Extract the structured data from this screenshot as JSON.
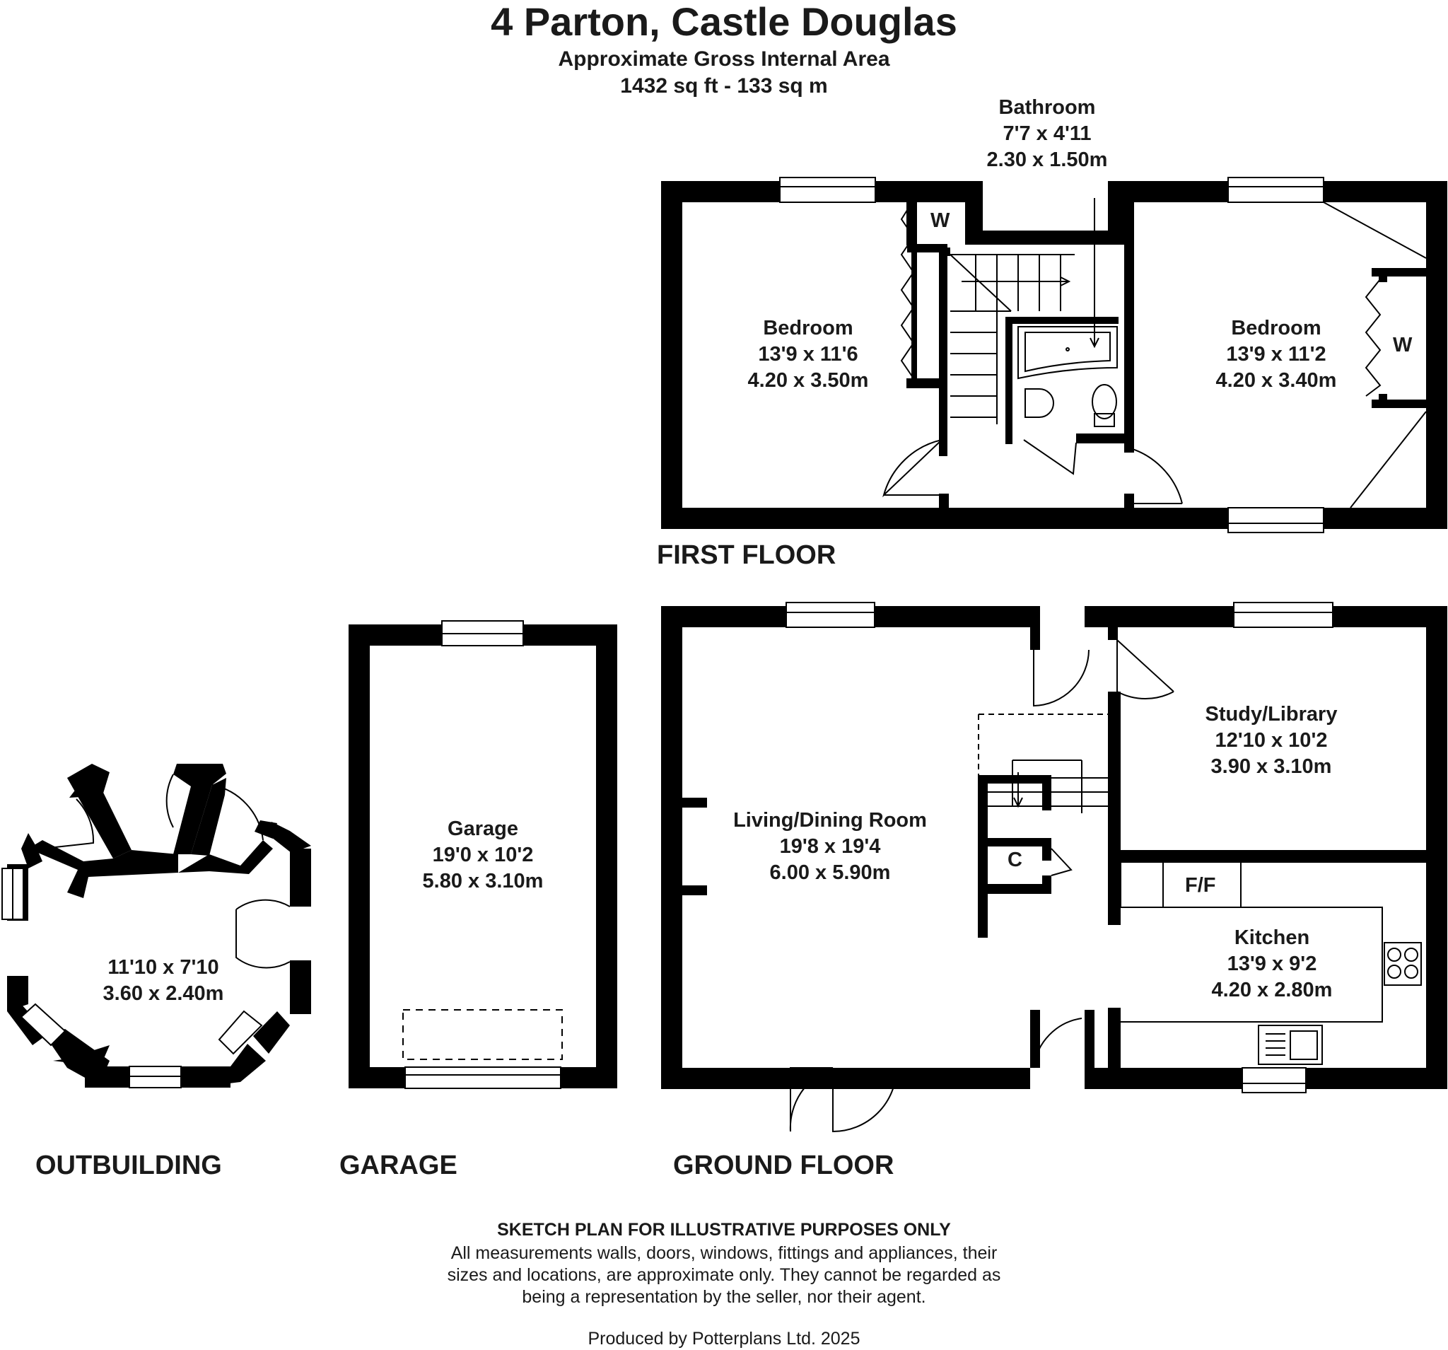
{
  "header": {
    "title": "4 Parton, Castle Douglas",
    "area_label": "Approximate Gross Internal Area",
    "area_value": "1432 sq ft - 133 sq m"
  },
  "first_floor": {
    "label": "FIRST FLOOR",
    "bathroom": {
      "name": "Bathroom",
      "imperial": "7'7 x 4'11",
      "metric": "2.30 x 1.50m"
    },
    "bedroom_left": {
      "name": "Bedroom",
      "imperial": "13'9 x 11'6",
      "metric": "4.20 x 3.50m"
    },
    "bedroom_right": {
      "name": "Bedroom",
      "imperial": "13'9 x 11'2",
      "metric": "4.20 x 3.40m"
    },
    "wardrobe": "W"
  },
  "ground_floor": {
    "label": "GROUND FLOOR",
    "living": {
      "name": "Living/Dining Room",
      "imperial": "19'8 x 19'4",
      "metric": "6.00 x 5.90m"
    },
    "study": {
      "name": "Study/Library",
      "imperial": "12'10 x 10'2",
      "metric": "3.90 x 3.10m"
    },
    "kitchen": {
      "name": "Kitchen",
      "imperial": "13'9 x 9'2",
      "metric": "4.20 x 2.80m"
    },
    "cupboard": "C",
    "fridge_freezer": "F/F"
  },
  "garage": {
    "label": "GARAGE",
    "room": {
      "name": "Garage",
      "imperial": "19'0 x 10'2",
      "metric": "5.80 x 3.10m"
    }
  },
  "outbuilding": {
    "label": "OUTBUILDING",
    "room": {
      "imperial": "11'10 x 7'10",
      "metric": "3.60 x 2.40m"
    }
  },
  "footer": {
    "heading": "SKETCH PLAN FOR ILLUSTRATIVE PURPOSES ONLY",
    "line1": "All measurements walls, doors, windows, fittings and appliances, their",
    "line2": "sizes and locations, are approximate only. They cannot be regarded as",
    "line3": "being a representation by the seller, nor their agent.",
    "credit": "Produced by Potterplans Ltd. 2025"
  }
}
